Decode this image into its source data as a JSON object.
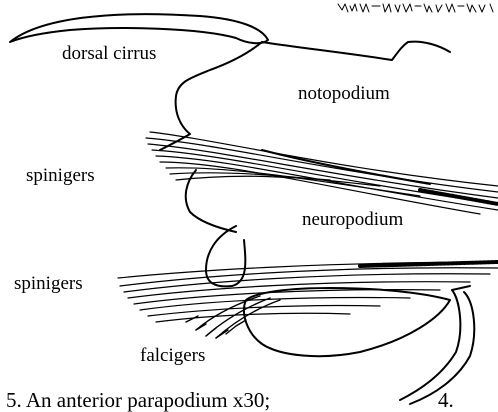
{
  "labels": {
    "dorsal_cirrus": "dorsal cirrus",
    "notopodium": "notopodium",
    "spinigers_upper": "spinigers",
    "neuropodium": "neuropodium",
    "spinigers_lower": "spinigers",
    "falcigers": "falcigers"
  },
  "caption_left": "5. An anterior parapodium x30;",
  "caption_right": "4."
}
